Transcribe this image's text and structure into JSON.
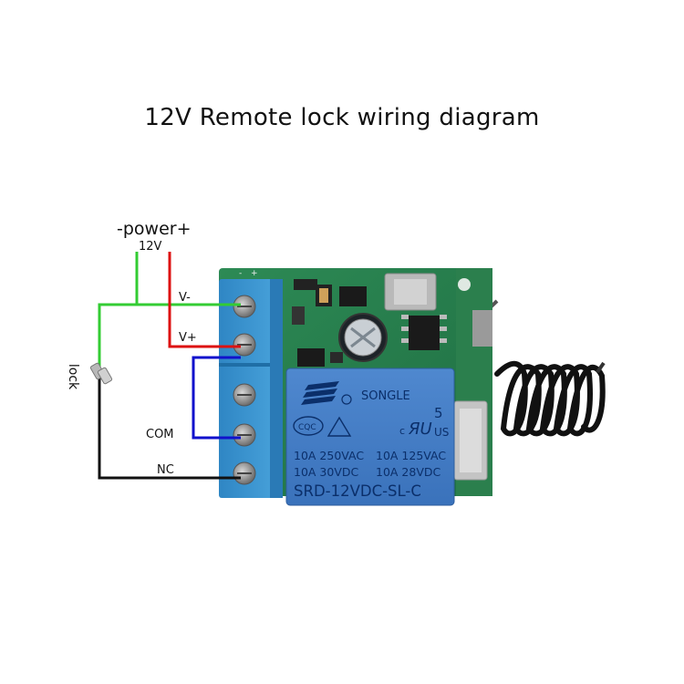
{
  "title": "12V Remote lock wiring diagram",
  "labels": {
    "power": "-power+",
    "voltage": "12V",
    "v_minus": "V-",
    "v_plus": "V+",
    "com": "COM",
    "nc": "NC",
    "lock": "lock"
  },
  "relay": {
    "brand": "SONGLE",
    "pins": "5",
    "mark_us": "US",
    "cqc": "CQC",
    "rating_row1_left": "10A 250VAC",
    "rating_row1_right": "10A 125VAC",
    "rating_row2_left": "10A 30VDC",
    "rating_row2_right": "10A 28VDC",
    "model": "SRD-12VDC-SL-C"
  },
  "wire_colors": {
    "negative": "#33cc33",
    "positive": "#dd1111",
    "com": "#1111cc",
    "nc": "#111111"
  }
}
